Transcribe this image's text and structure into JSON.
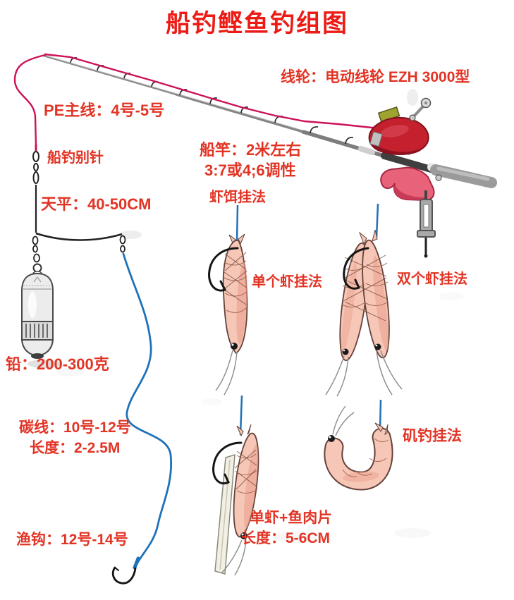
{
  "title": "船钓鲣鱼钓组图",
  "labels": {
    "reel": "线轮：电动线轮 EZH 3000型",
    "pe_line": "PE主线：4号-5号",
    "snap": "船钓别针",
    "balance": "天平：40-50CM",
    "rod_line1": "船竿：2米左右",
    "rod_line2": "3:7或4;6调性",
    "bait_method": "虾饵挂法",
    "single_shrimp": "单个虾挂法",
    "double_shrimp": "双个虾挂法",
    "iso_rig": "矶钓挂法",
    "lead": "铅：200-300克",
    "carbon_line1": "碳线：10号-12号",
    "carbon_line2": "长度：2-2.5M",
    "hook": "渔钩：12号-14号",
    "fillet_line1": "单虾+鱼肉片",
    "fillet_line2": "长度：5-6CM"
  },
  "colors": {
    "label_red": "#e23425",
    "title_red": "#ec1b16",
    "pe_line_pink": "#cc1259",
    "leader_blue": "#1f72b8",
    "reel_red": "#c4202e",
    "holder_pink": "#e8637a",
    "shrimp_fill": "#f6c6b6"
  },
  "components": [
    "fishing-rod",
    "rod-guides",
    "pe-main-line",
    "electric-reel",
    "rod-holder-clamp",
    "snap-swivel",
    "balance-arm",
    "lead-sinker",
    "carbon-leader-line",
    "fish-hook",
    "single-shrimp-rig",
    "double-shrimp-rig",
    "iso-rig-shrimp",
    "shrimp-fillet-rig"
  ]
}
